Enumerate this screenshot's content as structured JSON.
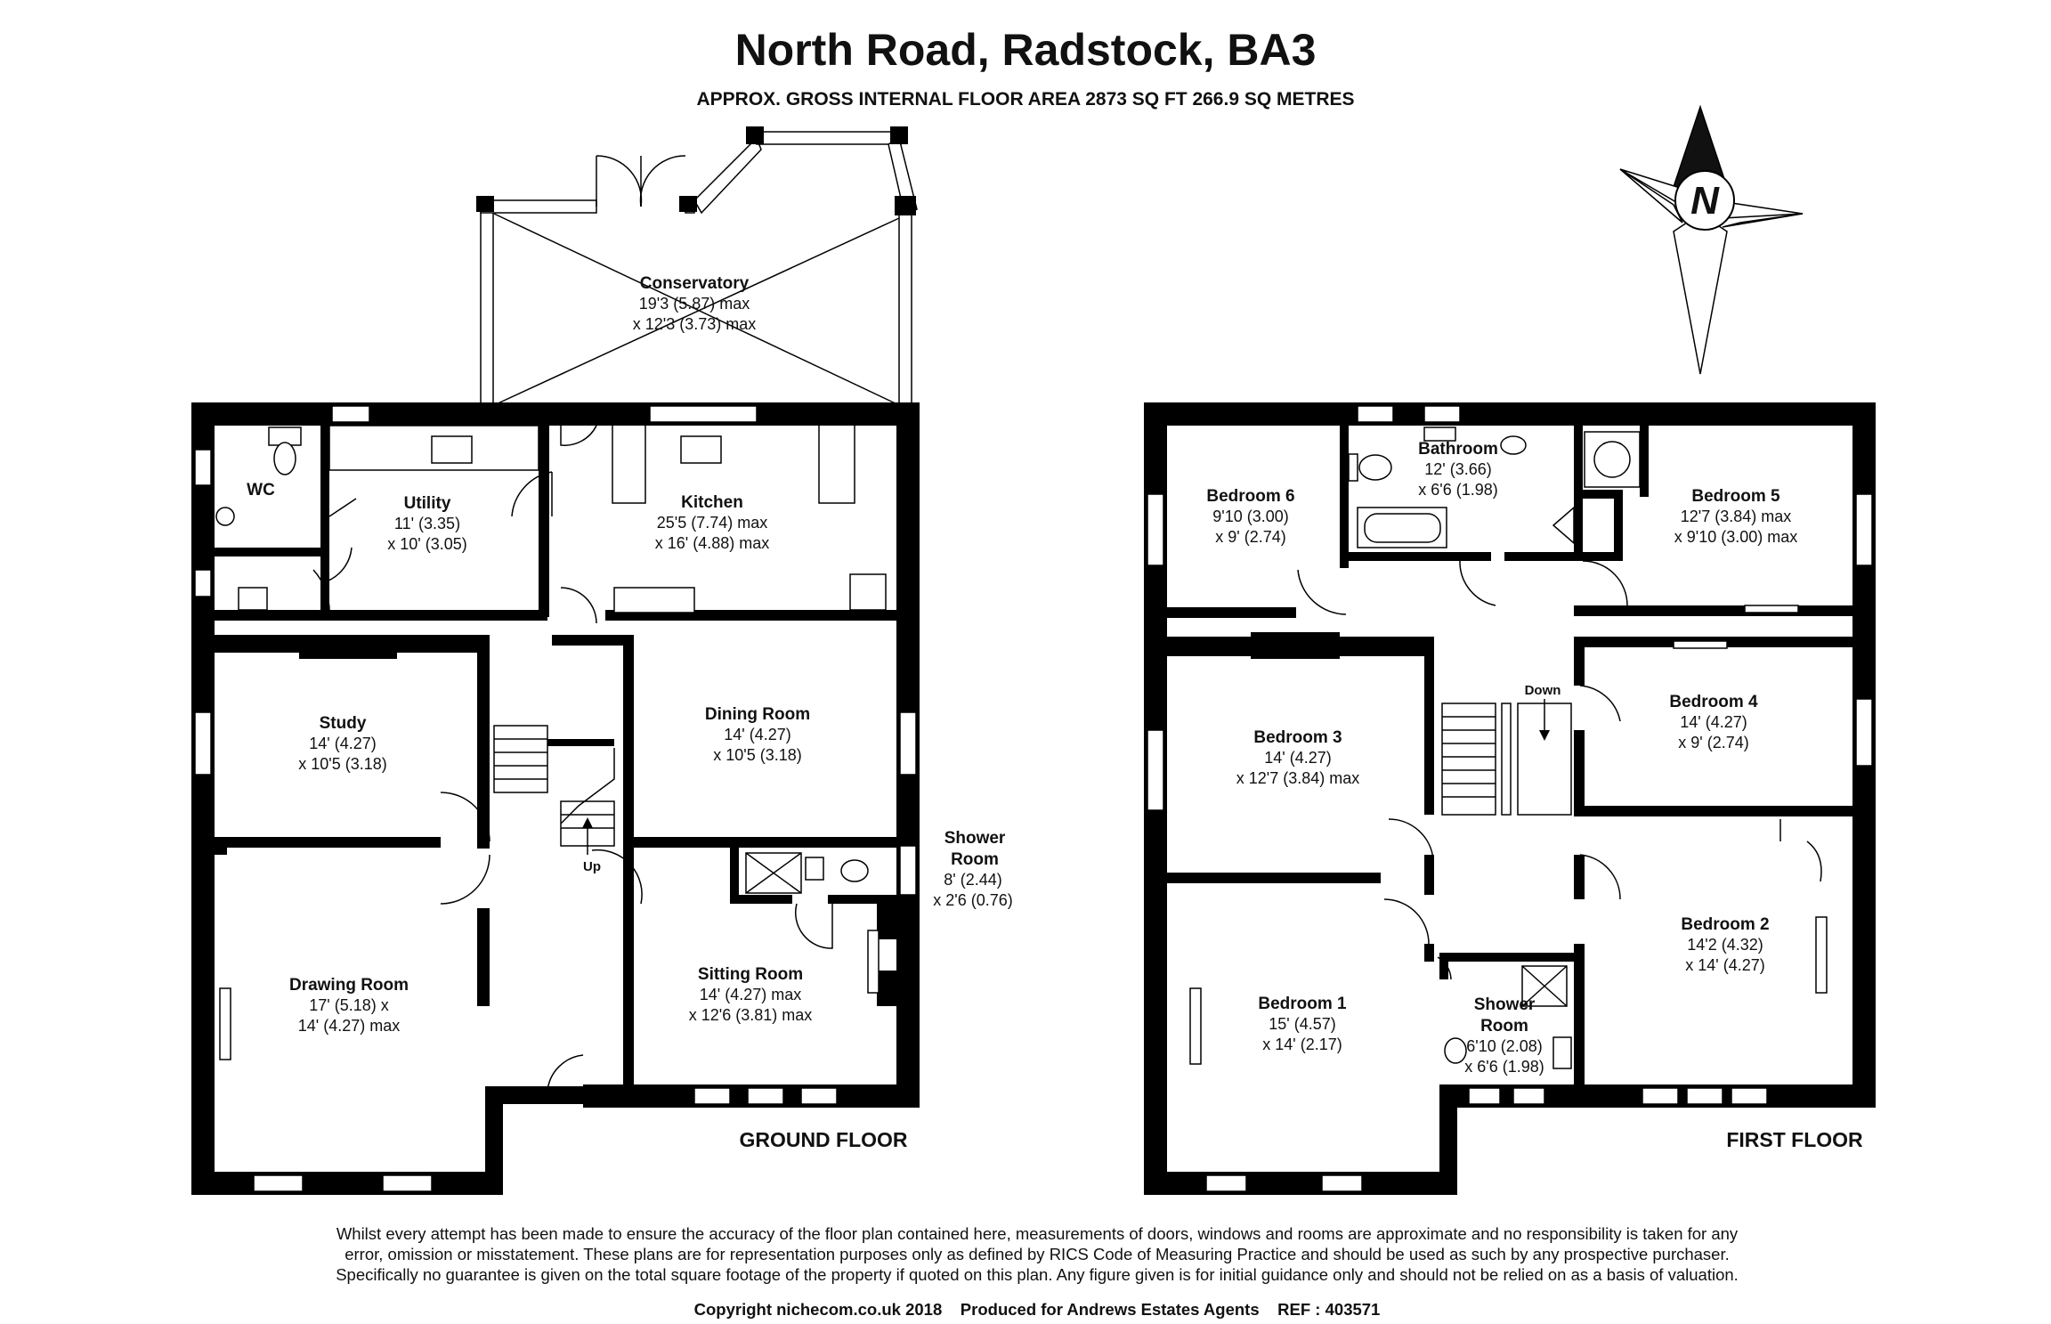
{
  "header": {
    "title": "North Road, Radstock, BA3",
    "subtitle": "APPROX. GROSS INTERNAL FLOOR AREA 2873 SQ FT 266.9 SQ METRES"
  },
  "compass": {
    "letter": "N"
  },
  "ground_floor": {
    "label": "GROUND FLOOR",
    "rooms": {
      "conservatory": {
        "name": "Conservatory",
        "dim1": "19'3 (5.87) max",
        "dim2": "x 12'3 (3.73) max"
      },
      "wc": {
        "name": "WC"
      },
      "utility": {
        "name": "Utility",
        "dim1": "11' (3.35)",
        "dim2": "x 10' (3.05)"
      },
      "kitchen": {
        "name": "Kitchen",
        "dim1": "25'5 (7.74) max",
        "dim2": "x 16' (4.88) max"
      },
      "study": {
        "name": "Study",
        "dim1": "14' (4.27)",
        "dim2": "x 10'5 (3.18)"
      },
      "dining": {
        "name": "Dining Room",
        "dim1": "14' (4.27)",
        "dim2": "x 10'5 (3.18)"
      },
      "shower": {
        "name1": "Shower",
        "name2": "Room",
        "dim1": "8' (2.44)",
        "dim2": "x 2'6 (0.76)"
      },
      "drawing": {
        "name": "Drawing Room",
        "dim1": "17' (5.18) x",
        "dim2": "14' (4.27) max"
      },
      "sitting": {
        "name": "Sitting Room",
        "dim1": "14' (4.27) max",
        "dim2": "x 12'6 (3.81) max"
      }
    },
    "stair_label": "Up"
  },
  "first_floor": {
    "label": "FIRST FLOOR",
    "rooms": {
      "bed6": {
        "name": "Bedroom 6",
        "dim1": "9'10 (3.00)",
        "dim2": "x 9' (2.74)"
      },
      "bath": {
        "name": "Bathroom",
        "dim1": "12' (3.66)",
        "dim2": "x 6'6 (1.98)"
      },
      "bed5": {
        "name": "Bedroom 5",
        "dim1": "12'7 (3.84) max",
        "dim2": "x 9'10 (3.00) max"
      },
      "bed3": {
        "name": "Bedroom 3",
        "dim1": "14' (4.27)",
        "dim2": "x 12'7 (3.84) max"
      },
      "bed4": {
        "name": "Bedroom 4",
        "dim1": "14' (4.27)",
        "dim2": "x 9' (2.74)"
      },
      "bed2": {
        "name": "Bedroom 2",
        "dim1": "14'2 (4.32)",
        "dim2": "x 14' (4.27)"
      },
      "bed1": {
        "name": "Bedroom 1",
        "dim1": "15' (4.57)",
        "dim2": "x 14' (2.17)"
      },
      "shower": {
        "name1": "Shower",
        "name2": "Room",
        "dim1": "6'10 (2.08)",
        "dim2": "x 6'6 (1.98)"
      }
    },
    "stair_label": "Down"
  },
  "footer": {
    "disclaimer_line1": "Whilst every attempt has been made to ensure the accuracy of the floor plan contained here, measurements of doors, windows and rooms are approximate and no responsibility is taken for any",
    "disclaimer_line2": "error, omission or misstatement. These plans are for representation purposes only as defined by RICS Code of Measuring Practice and should be used as such by any prospective purchaser.",
    "disclaimer_line3": "Specifically no guarantee is given on the total square footage of the property if quoted on this plan. Any figure given is for initial guidance only and should not be relied on as a basis of valuation.",
    "copyright": "Copyright nichecom.co.uk 2018    Produced for Andrews Estates Agents    REF : 403571"
  }
}
